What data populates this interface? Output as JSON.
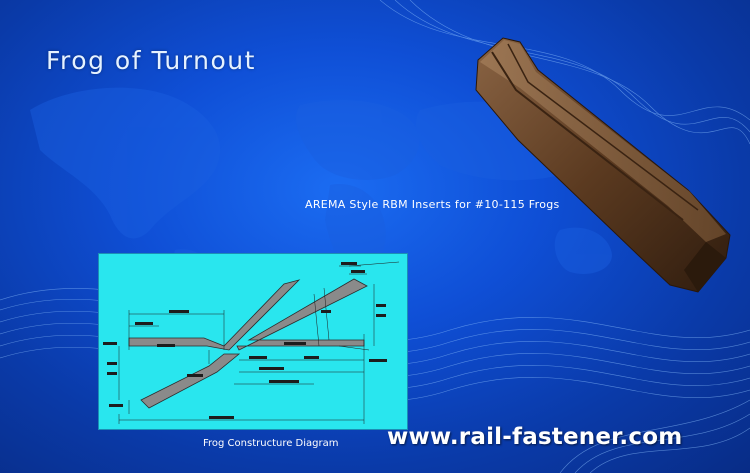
{
  "title": "Frog of Turnout",
  "caption": "AREMA Style RBM Inserts for #10-115 Frogs",
  "diagram_caption": "Frog Constructure Diagram",
  "website": "www.rail-fastener.com",
  "colors": {
    "background": "#0f4fd6",
    "diagram_background": "#29e6ee",
    "rail_fill": "#8a8a8a",
    "insert_brown": "#5b3a20",
    "text": "#ffffff"
  }
}
